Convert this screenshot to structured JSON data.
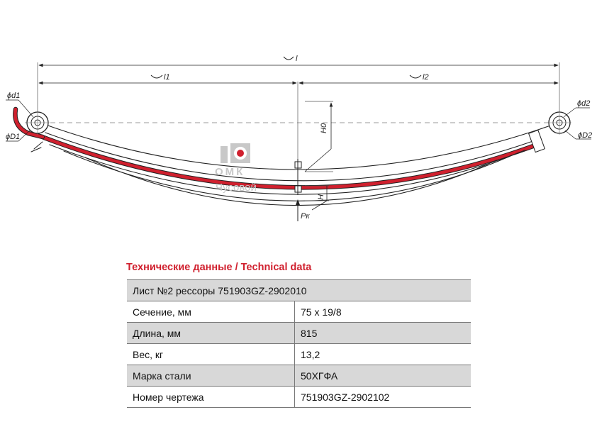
{
  "drawing": {
    "dims": {
      "total": "l",
      "left": "l1",
      "right": "l2",
      "eye_d1": "ϕd1",
      "eye_D1": "ϕD1",
      "eye_d2": "ϕd2",
      "eye_D2": "ϕD2",
      "h0": "H0",
      "h": "H",
      "load": "Pк"
    }
  },
  "logo": {
    "brand": "ОМК",
    "city": "Чусовой"
  },
  "colors": {
    "accent": "#d0202e",
    "row_shade": "#d8d8d8",
    "logo_gray": "#c8c8c8"
  },
  "specs": {
    "title": "Технические данные / Technical data",
    "header": "Лист №2 рессоры 751903GZ-2902010",
    "rows": [
      {
        "label": "Сечение, мм",
        "value": "75 x 19/8"
      },
      {
        "label": "Длина, мм",
        "value": "815"
      },
      {
        "label": "Вес, кг",
        "value": "13,2"
      },
      {
        "label": "Марка стали",
        "value": "50ХГФА"
      },
      {
        "label": "Номер чертежа",
        "value": "751903GZ-2902102"
      }
    ]
  }
}
